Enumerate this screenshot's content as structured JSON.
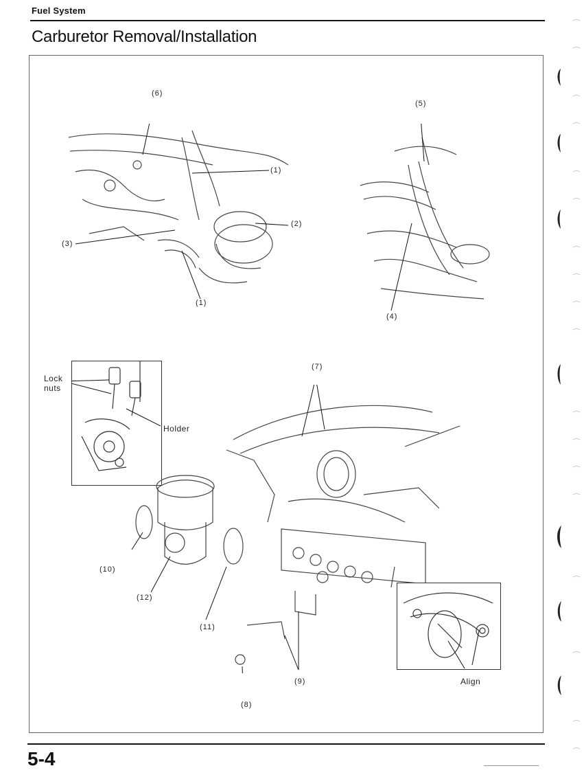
{
  "header": {
    "section": "Fuel System",
    "title": "Carburetor Removal/Installation"
  },
  "callouts": {
    "c6": "(6)",
    "c5": "(5)",
    "c1a": "(1)",
    "c2": "(2)",
    "c3": "(3)",
    "c1b": "(1)",
    "c4": "(4)",
    "c7": "(7)",
    "lock_nuts": "Lock nuts",
    "holder": "Holder",
    "c10": "(10)",
    "c12": "(12)",
    "c11": "(11)",
    "c9": "(9)",
    "c8": "(8)",
    "align": "Align"
  },
  "footer": {
    "page_number": "5-4"
  }
}
